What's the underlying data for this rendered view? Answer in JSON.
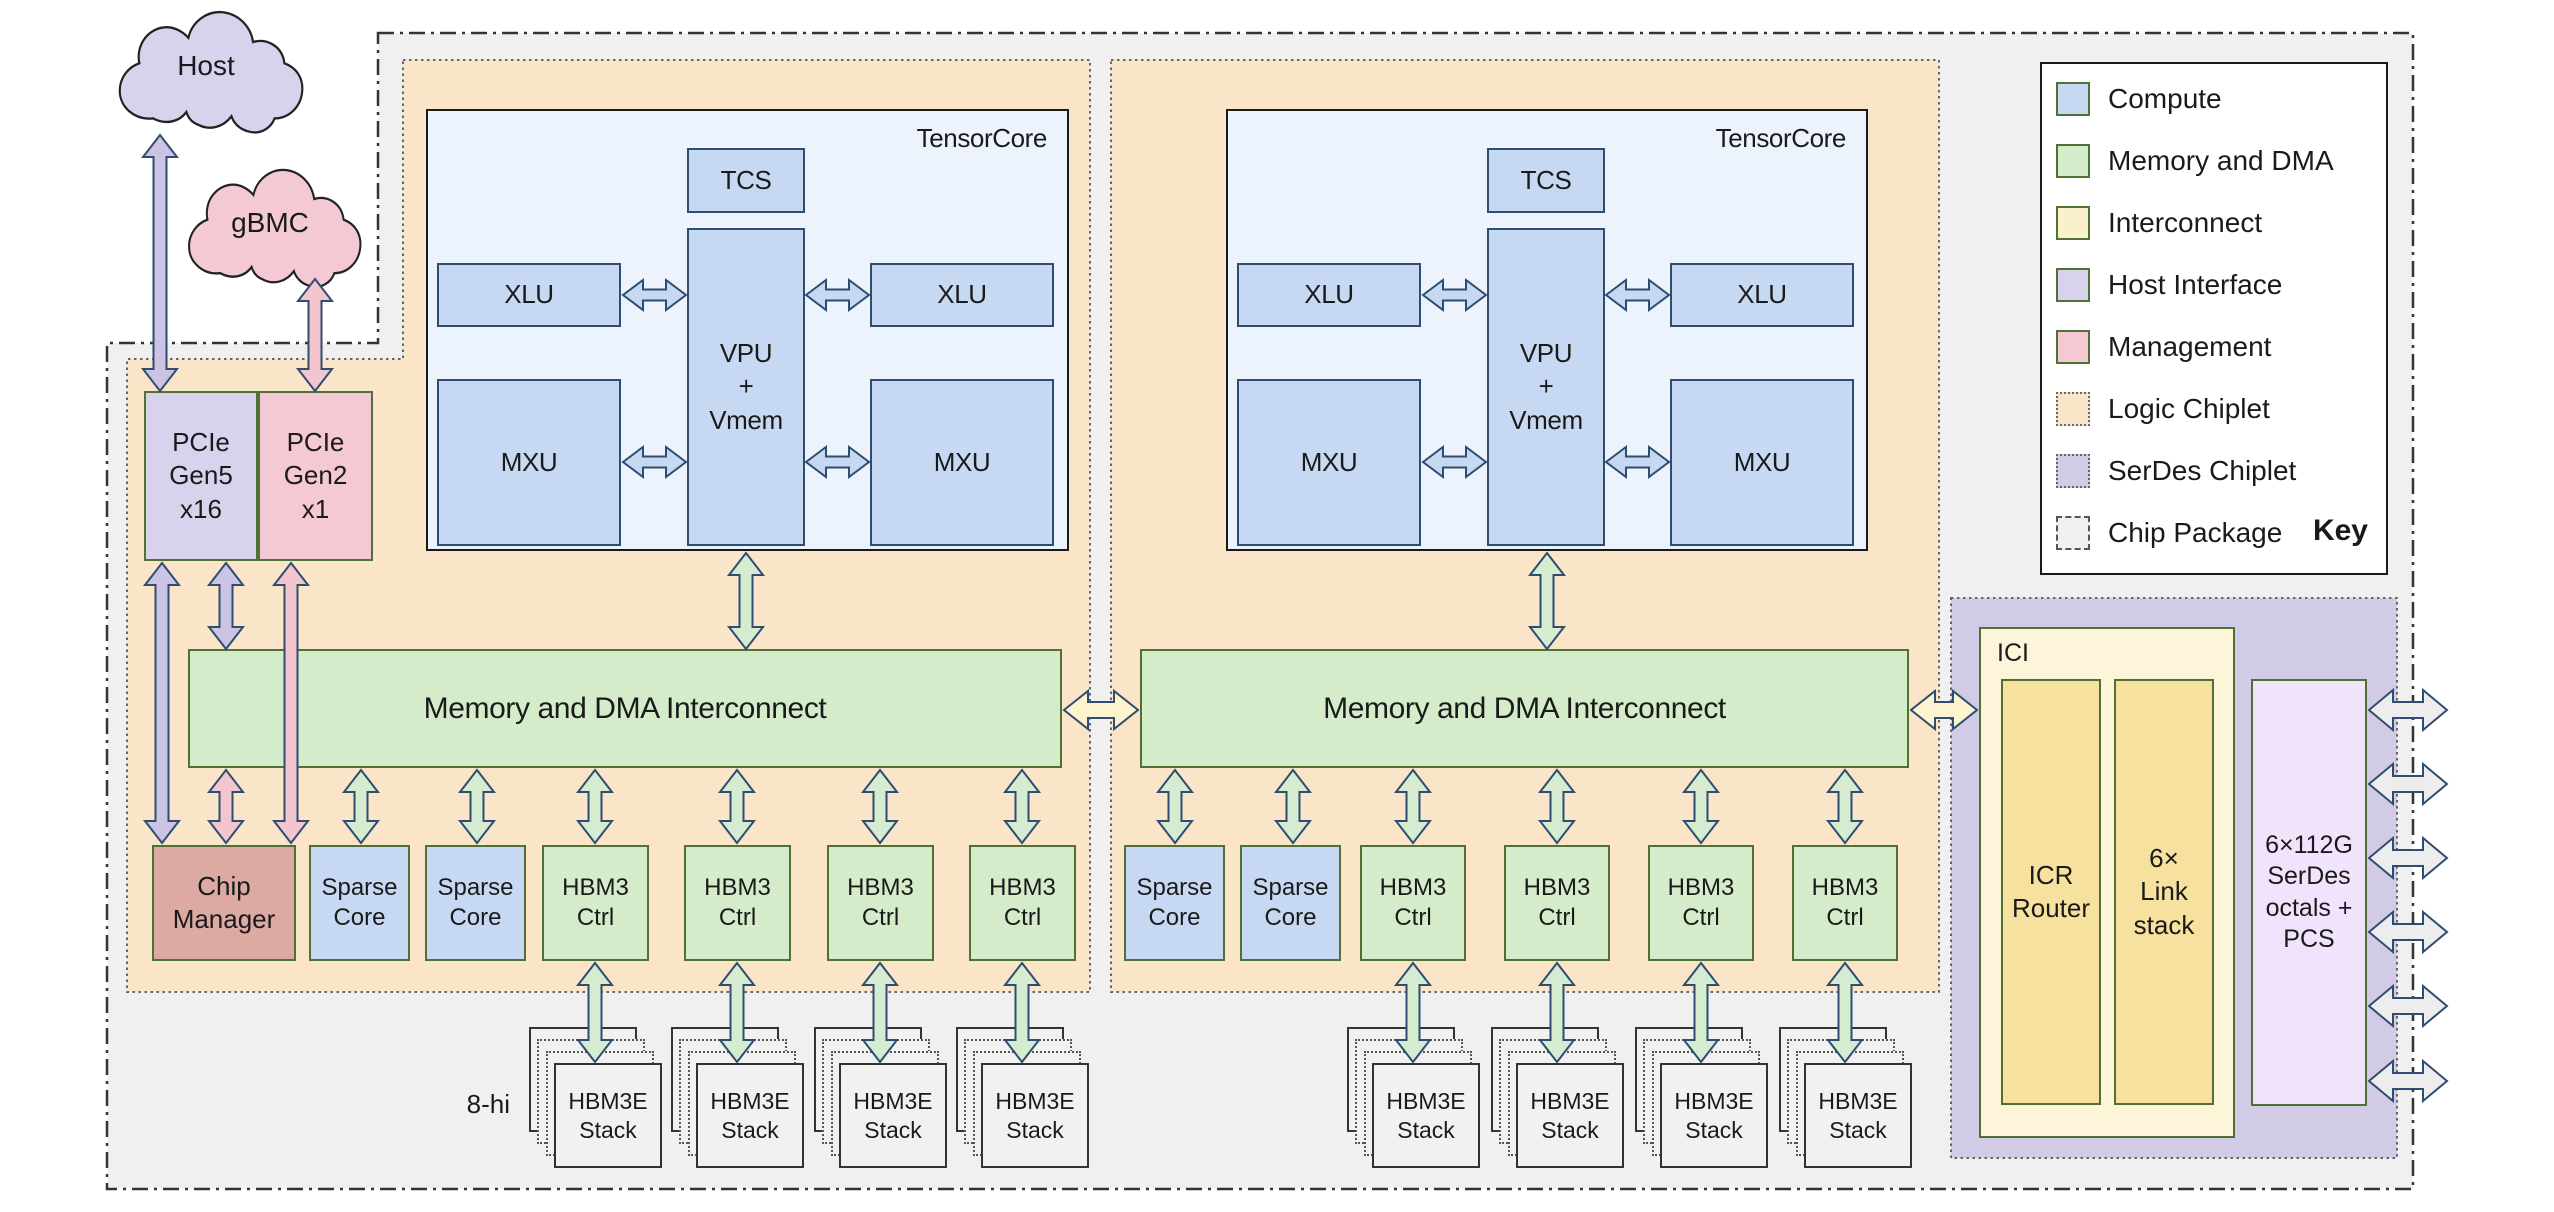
{
  "diagram": {
    "clouds": {
      "host": "Host",
      "gbmc": "gBMC"
    },
    "host_interface": {
      "pcie_gen5": "PCIe\nGen5\nx16",
      "pcie_gen2": "PCIe\nGen2\nx1"
    },
    "tensorcore": {
      "title": "TensorCore",
      "tcs": "TCS",
      "xlu": "XLU",
      "vpu": "VPU\n+\nVmem",
      "mxu": "MXU"
    },
    "interconnect_bar": "Memory and DMA Interconnect",
    "management": {
      "chip_manager": "Chip\nManager"
    },
    "compute": {
      "sparse_core": "Sparse\nCore"
    },
    "memory": {
      "hbm3_ctrl": "HBM3\nCtrl",
      "hbm3e_stack": "HBM3E\nStack",
      "stack_height_label": "8-hi"
    },
    "ici": {
      "title": "ICI",
      "icr_router": "ICR\nRouter",
      "link_stack": "6×\nLink\nstack",
      "serdes": "6×112G\nSerDes\noctals +\nPCS"
    }
  },
  "key": {
    "title": "Key",
    "items": [
      {
        "label": "Compute"
      },
      {
        "label": "Memory and DMA"
      },
      {
        "label": "Interconnect"
      },
      {
        "label": "Host Interface"
      },
      {
        "label": "Management"
      },
      {
        "label": "Logic Chiplet"
      },
      {
        "label": "SerDes Chiplet"
      },
      {
        "label": "Chip Package"
      }
    ]
  },
  "colors": {
    "compute": "#c7d9f2",
    "memory_dma": "#d5ecca",
    "interconnect": "#f7e19e",
    "host_interface": "#d8d2ec",
    "management": "#f4c9d3",
    "logic_chiplet": "#fae5c8",
    "serdes_chiplet": "#d2cbe6",
    "chip_package": "#f0f0f1",
    "arrow_outline": "#2e4d70"
  }
}
